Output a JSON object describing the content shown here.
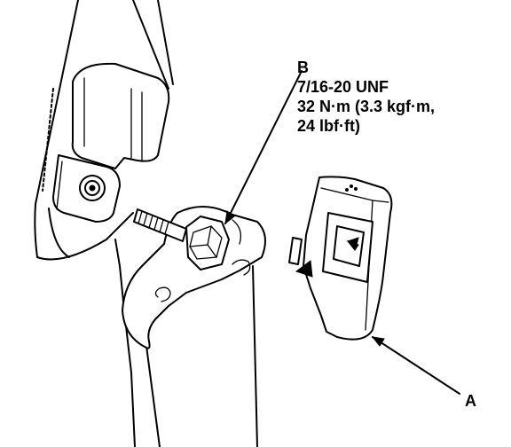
{
  "callout_b": {
    "letter": "B",
    "thread": "7/16-20 UNF",
    "torque_line1": "32 N·m (3.3 kgf·m,",
    "torque_line2": "24 lbf·ft)"
  },
  "callout_a": {
    "letter": "A"
  },
  "colors": {
    "ink": "#000000",
    "paper": "#ffffff"
  }
}
